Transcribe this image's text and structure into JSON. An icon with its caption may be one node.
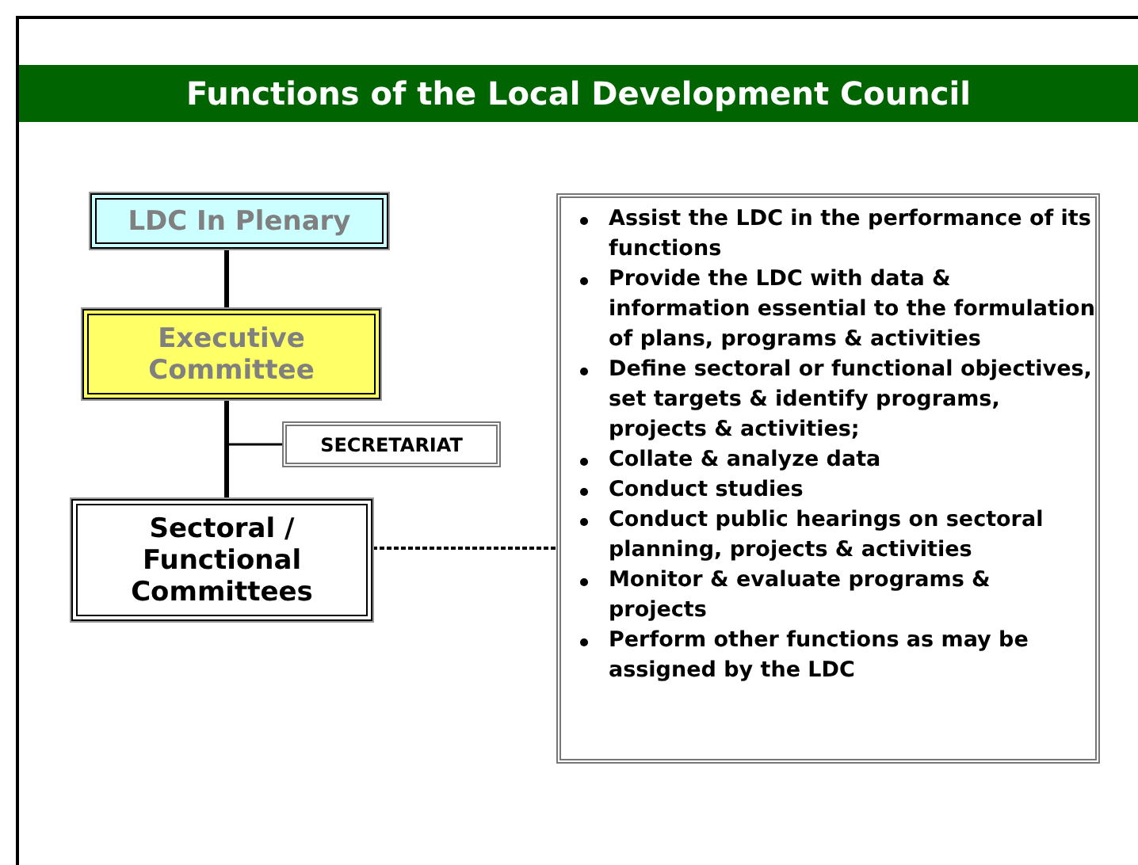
{
  "diagram": {
    "title": "Functions of the Local Development Council",
    "nodes": [
      {
        "text": [
          "LDC In Plenary"
        ]
      },
      {
        "text": [
          "Executive Committee"
        ]
      },
      {
        "text": [
          "SECRETARIAT"
        ]
      },
      {
        "text": [
          "Sectoral / Functional Committees"
        ]
      },
      {
        "text": [
          "Assist the LDC in the performance of its functions",
          "Provide the LDC with data & information essential to the formulation of plans, programs & activities",
          "Define sectoral or functional objectives, set targets & identify programs, projects & activities;",
          "Collate & analyze data",
          "Conduct studies",
          "Conduct public hearings on sectoral planning, projects & activities",
          "Monitor & evaluate programs & projects",
          "Perform other functions as may be assigned by the LDC"
        ]
      }
    ],
    "edges": [
      {
        "from": 0,
        "to": 1,
        "arrow": "none"
      },
      {
        "from": 1,
        "to": 2,
        "arrow": "none"
      },
      {
        "from": 1,
        "to": 3,
        "arrow": "none"
      },
      {
        "from": 3,
        "to": 4,
        "arrow": "none",
        "style": "dashed"
      }
    ]
  }
}
